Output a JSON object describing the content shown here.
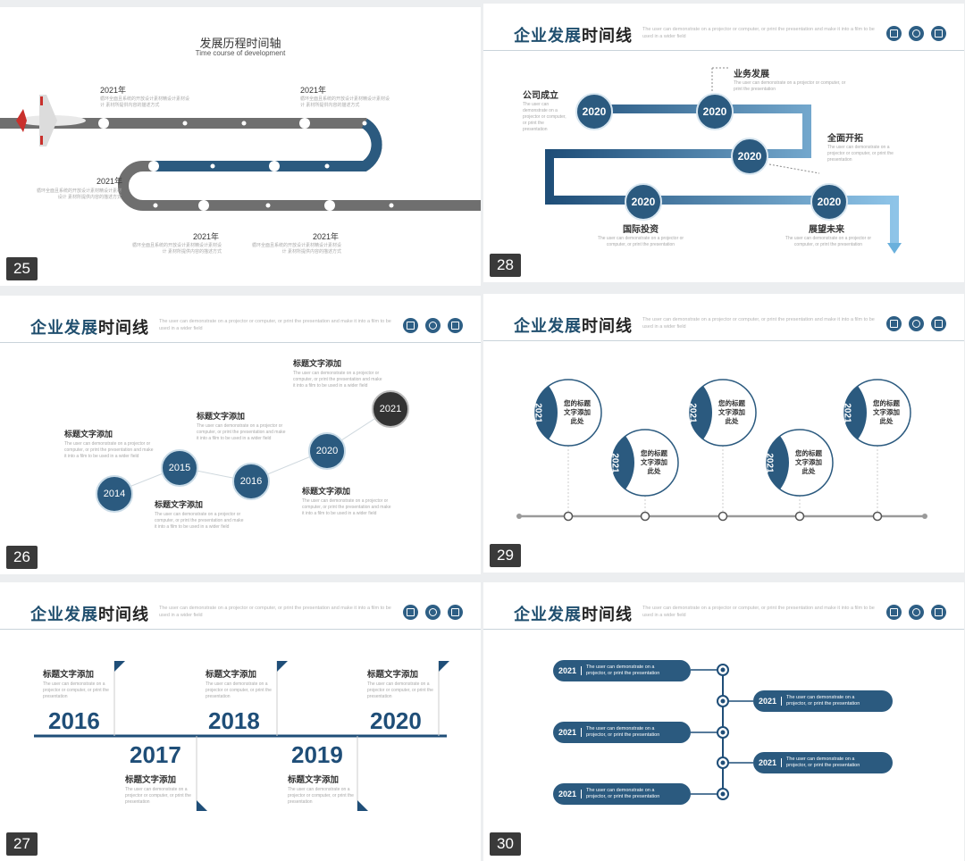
{
  "header": {
    "title_blue": "企业发展",
    "title_dark": "时间线",
    "subtitle": "The user can demonstrate on a projector or computer, or print the presentation and make it into a film to be used in a wider field"
  },
  "s25": {
    "number": "25",
    "title": "发展历程时间轴",
    "subtitle": "Time course of development",
    "year": "2021年",
    "desc": "循环全面且系统的开放设计素材精设计素材设计 素材所提供内容的描述方式"
  },
  "s28": {
    "number": "28",
    "node": "2020",
    "labels": [
      "公司成立",
      "业务发展",
      "全面开拓",
      "国际投资",
      "展望未来"
    ],
    "desc": "The user can demonstrate on a projector or computer, or print the presentation"
  },
  "s26": {
    "number": "26",
    "years": [
      "2014",
      "2015",
      "2016",
      "2020",
      "2021"
    ],
    "label": "标题文字添加",
    "desc": "The user can demonstrate on a projector or computer, or print the presentation and make it into a film to be used in a wider field"
  },
  "s29": {
    "number": "29",
    "year": "2021",
    "text": "您的标题文字添加此处"
  },
  "s27": {
    "number": "27",
    "top_years": [
      "2016",
      "2018",
      "2020"
    ],
    "bottom_years": [
      "2017",
      "2019"
    ],
    "label": "标题文字添加",
    "desc": "The user can demonstrate on a projector or computer, or print the presentation"
  },
  "s30": {
    "number": "30",
    "year": "2021",
    "desc": "The user can demonstrate on a projector, or print the presentation"
  },
  "colors": {
    "primary": "#2b5a7f",
    "grey": "#7f7f7f",
    "accent": "#c9302c"
  }
}
